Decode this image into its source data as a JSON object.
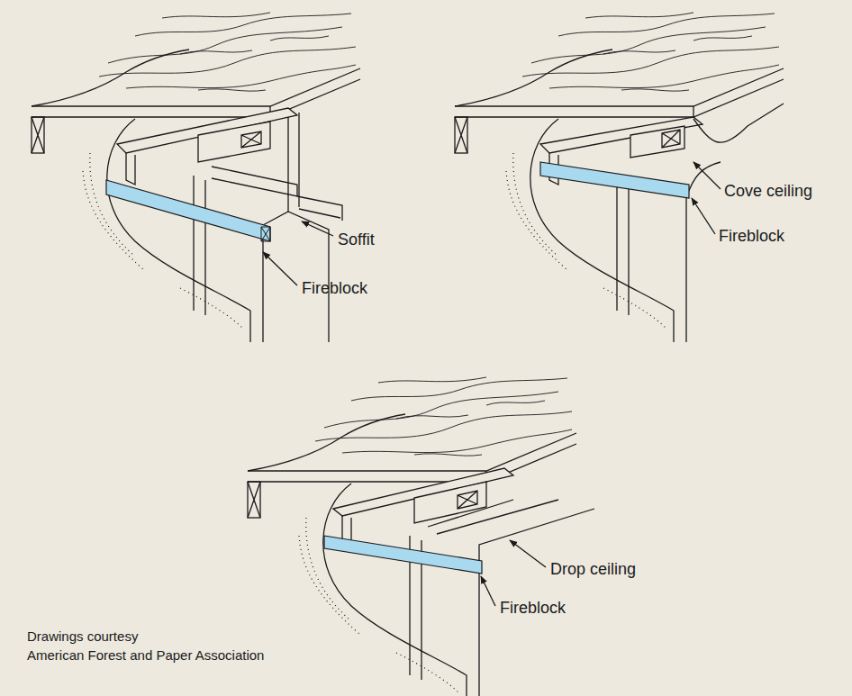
{
  "diagram": {
    "labels": [
      "Soffit",
      "Fireblock",
      "Cove ceiling",
      "Fireblock",
      "Drop ceiling",
      "Fireblock",
      "Drawings courtesy",
      "American Forest and Paper Association"
    ]
  }
}
